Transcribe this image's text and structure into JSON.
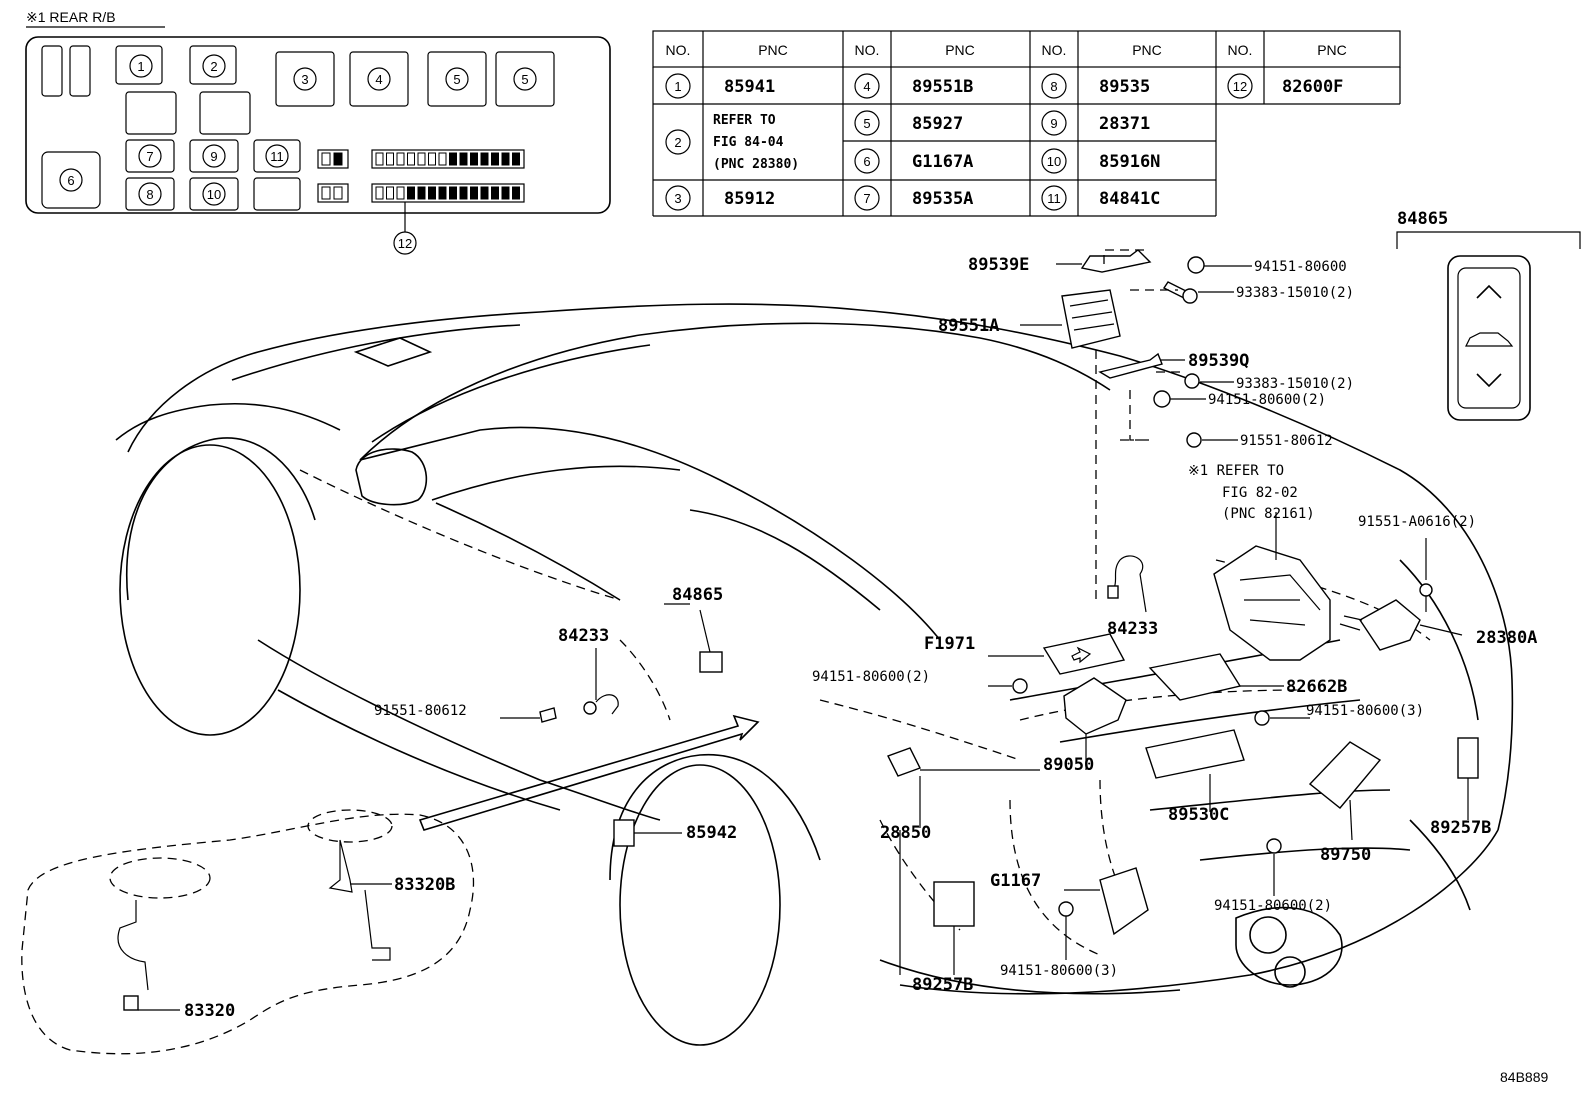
{
  "rb_title": "※1 REAR R/B",
  "rb_numbers": {
    "n1": "1",
    "n2": "2",
    "n3": "3",
    "n4": "4",
    "n5": "5",
    "n6": "6",
    "n7": "7",
    "n8": "8",
    "n9": "9",
    "n10": "10",
    "n11": "11",
    "n12": "12"
  },
  "table": {
    "col_no": "NO.",
    "col_pnc": "PNC",
    "rows": {
      "r1": {
        "no": "1",
        "pnc": "85941"
      },
      "r2": {
        "no": "2",
        "line1": "REFER TO",
        "line2": "FIG 84-04",
        "line3": "(PNC 28380)"
      },
      "r3": {
        "no": "3",
        "pnc": "85912"
      },
      "r4": {
        "no": "4",
        "pnc": "89551B"
      },
      "r5": {
        "no": "5",
        "pnc": "85927"
      },
      "r6": {
        "no": "6",
        "pnc": "G1167A"
      },
      "r7": {
        "no": "7",
        "pnc": "89535A"
      },
      "r8": {
        "no": "8",
        "pnc": "89535"
      },
      "r9": {
        "no": "9",
        "pnc": "28371"
      },
      "r10": {
        "no": "10",
        "pnc": "85916N"
      },
      "r11": {
        "no": "11",
        "pnc": "84841C"
      },
      "r12": {
        "no": "12",
        "pnc": "82600F"
      }
    }
  },
  "switch_title": "84865",
  "labels": {
    "p89539E": "89539E",
    "p94151_80600": "94151-80600",
    "p93383_15010_a": "93383-15010(2)",
    "p89551A": "89551A",
    "p89539Q": "89539Q",
    "p93383_15010_b": "93383-15010(2)",
    "p94151_80600_2a": "94151-80600(2)",
    "p91551_80612_a": "91551-80612",
    "refer1": "※1 REFER TO",
    "refer2": "FIG 82-02",
    "refer3": "(PNC 82161)",
    "p91551_A0616": "91551-A0616(2)",
    "p28380A": "28380A",
    "p84865": "84865",
    "p84233_a": "84233",
    "p84233_b": "84233",
    "pF1971": "F1971",
    "p94151_80600_2b": "94151-80600(2)",
    "p82662B": "82662B",
    "p94151_80600_3a": "94151-80600(3)",
    "p91551_80612_b": "91551-80612",
    "p89050": "89050",
    "p89530C": "89530C",
    "p28850": "28850",
    "p85942": "85942",
    "p89750": "89750",
    "p89257B_a": "89257B",
    "pG1167": "G1167",
    "p94151_80600_2c": "94151-80600(2)",
    "p83320B": "83320B",
    "p94151_80600_3b": "94151-80600(3)",
    "p89257B_b": "89257B",
    "p83320": "83320"
  },
  "diagram_code": "84B889"
}
